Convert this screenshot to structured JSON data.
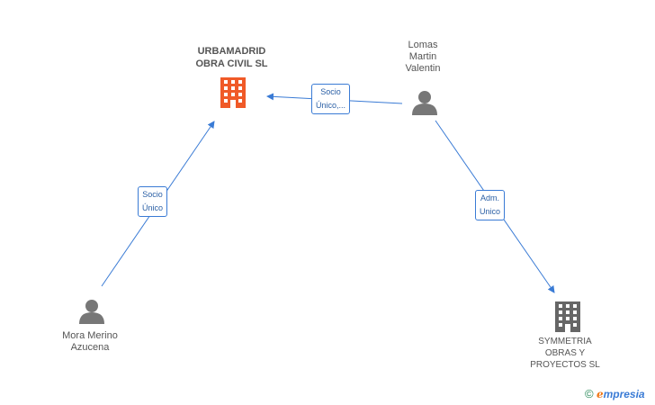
{
  "nodes": {
    "urbamadrid": {
      "lines": [
        "URBAMADRID",
        "OBRA CIVIL SL"
      ],
      "icon": "building-icon",
      "color": "#f05a28"
    },
    "lomas": {
      "lines": [
        "Lomas",
        "Martin",
        "Valentin"
      ],
      "icon": "person-icon"
    },
    "mora": {
      "lines": [
        "Mora Merino",
        "Azucena"
      ],
      "icon": "person-icon"
    },
    "symmetria": {
      "lines": [
        "SYMMETRIA",
        "OBRAS Y",
        "PROYECTOS  SL"
      ],
      "icon": "building-icon",
      "color": "#666666"
    }
  },
  "edges": {
    "lomas_to_urbamadrid": {
      "lines": [
        "Socio",
        "Único,..."
      ]
    },
    "mora_to_urbamadrid": {
      "lines": [
        "Socio",
        "Único"
      ]
    },
    "lomas_to_symmetria": {
      "lines": [
        "Adm.",
        "Unico"
      ]
    }
  },
  "brand": {
    "copyright": "©",
    "e": "e",
    "rest": "mpresia"
  },
  "colors": {
    "edge": "#3a7bd5",
    "person": "#777777"
  }
}
